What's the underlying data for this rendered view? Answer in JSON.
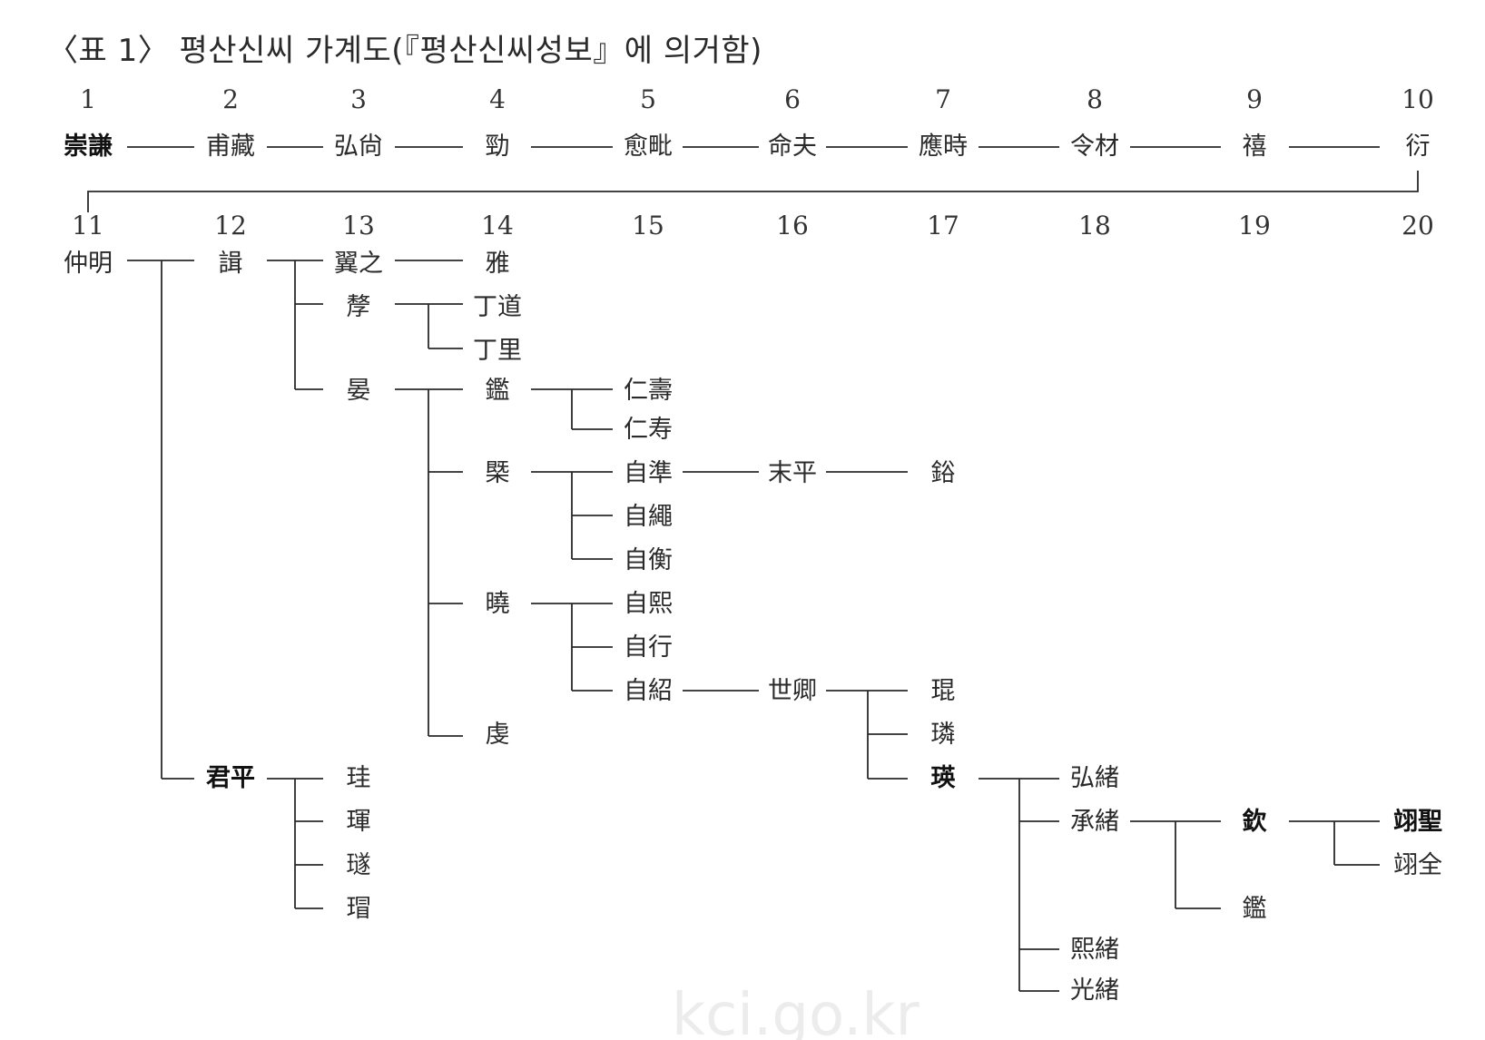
{
  "title": "〈표 1〉 평산신씨 가계도(『평산신씨성보』에 의거함)",
  "generations_row1": [
    "1",
    "2",
    "3",
    "4",
    "5",
    "6",
    "7",
    "8",
    "9",
    "10"
  ],
  "generations_row2": [
    "11",
    "12",
    "13",
    "14",
    "15",
    "16",
    "17",
    "18",
    "19",
    "20"
  ],
  "row1_names": [
    "崇謙",
    "甫藏",
    "弘尙",
    "勁",
    "愈毗",
    "命夫",
    "應時",
    "令材",
    "禧",
    "衍"
  ],
  "names": {
    "zhongming": "仲明",
    "ji": "諿",
    "yizhi": "翼之",
    "ya": "雅",
    "shizi": "孷",
    "dingdao": "丁道",
    "dingli": "丁里",
    "yan": "晏",
    "jian_a": "鑑",
    "renshou_a": "仁壽",
    "renshou_b": "仁寿",
    "ji_b": "槩",
    "zizhun": "自準",
    "mopeng": "末平",
    "yu": "鋊",
    "zisheng": "自繩",
    "ziheng": "自衡",
    "xiao": "曉",
    "zixi": "自熙",
    "zixing": "自行",
    "zishao": "自紹",
    "shiqing": "世卿",
    "kun": "琨",
    "lin": "璘",
    "ying": "瑛",
    "hongxu": "弘緒",
    "chengxu": "承緒",
    "qin": "欽",
    "yisheng": "翊聖",
    "yiquan": "翊全",
    "jian_b": "鑑",
    "xixu": "熙緒",
    "guangxu": "光緒",
    "qiu": "虔",
    "junping": "君平",
    "gui": "珪",
    "hun": "琿",
    "sui": "璲",
    "mao": "瑁"
  },
  "watermark": "kci.go.kr"
}
